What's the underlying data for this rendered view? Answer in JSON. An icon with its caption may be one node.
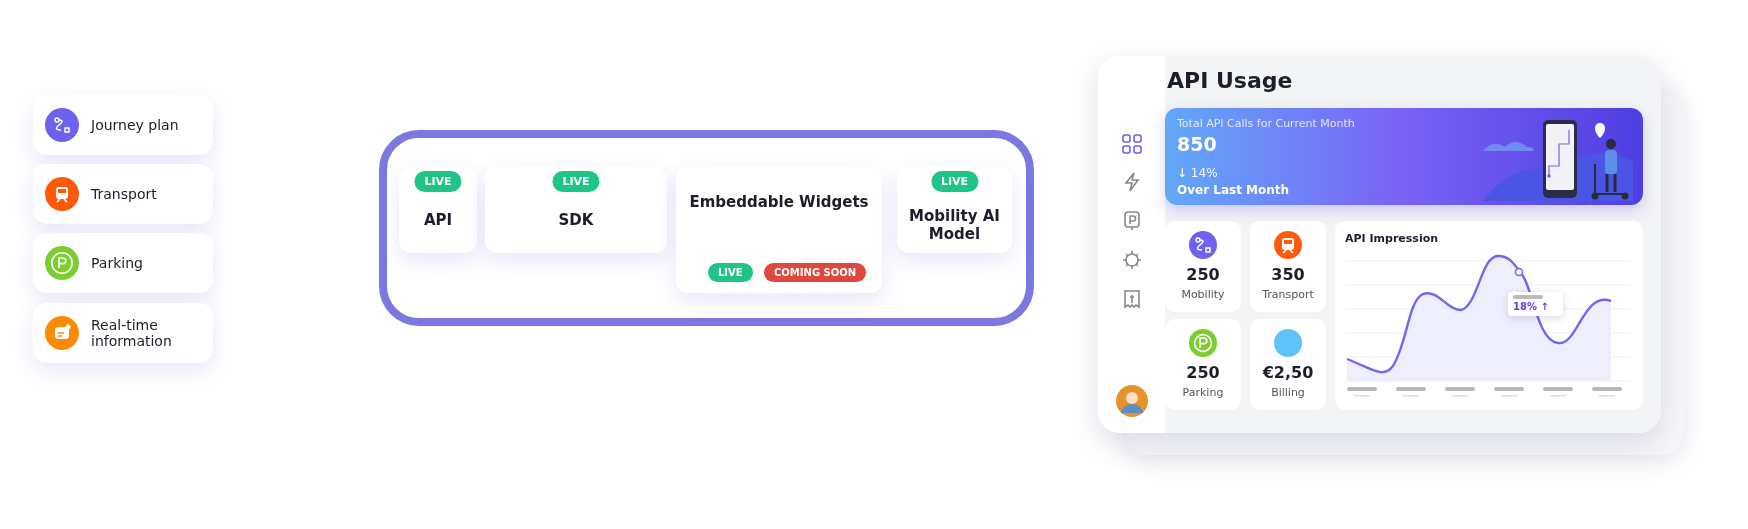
{
  "diagram": {
    "nodes": [
      {
        "text": [
          "Journey plan"
        ]
      },
      {
        "text": [
          "Transport"
        ]
      },
      {
        "text": [
          "Parking"
        ]
      },
      {
        "text": [
          "Real-time information"
        ]
      },
      {
        "text": [],
        "shape": "box"
      },
      {
        "text": [
          "LIVE",
          "API"
        ],
        "in": 4
      },
      {
        "text": [
          "LIVE",
          "SDK"
        ],
        "in": 4
      },
      {
        "text": [
          "Embeddable Widgets",
          "LIVE",
          "COMING SOON"
        ],
        "in": 4
      },
      {
        "text": [
          "LIVE",
          "Mobility AI Model"
        ],
        "in": 4
      },
      {
        "text": [
          "API Usage"
        ]
      },
      {
        "text": [
          "Total API Calls for Current Month",
          "850",
          "↓ 14%",
          "Over Last Month"
        ],
        "in": 9
      },
      {
        "text": [
          "250",
          "Mobility"
        ],
        "in": 9
      },
      {
        "text": [
          "350",
          "Transport"
        ],
        "in": 9
      },
      {
        "text": [
          "250",
          "Parking"
        ],
        "in": 9
      },
      {
        "text": [
          "€2,50",
          "Billing"
        ],
        "in": 9
      },
      {
        "text": [
          "API Impression"
        ],
        "in": 9
      },
      {
        "text": [
          "18% ↑"
        ],
        "in": 15
      }
    ]
  }
}
